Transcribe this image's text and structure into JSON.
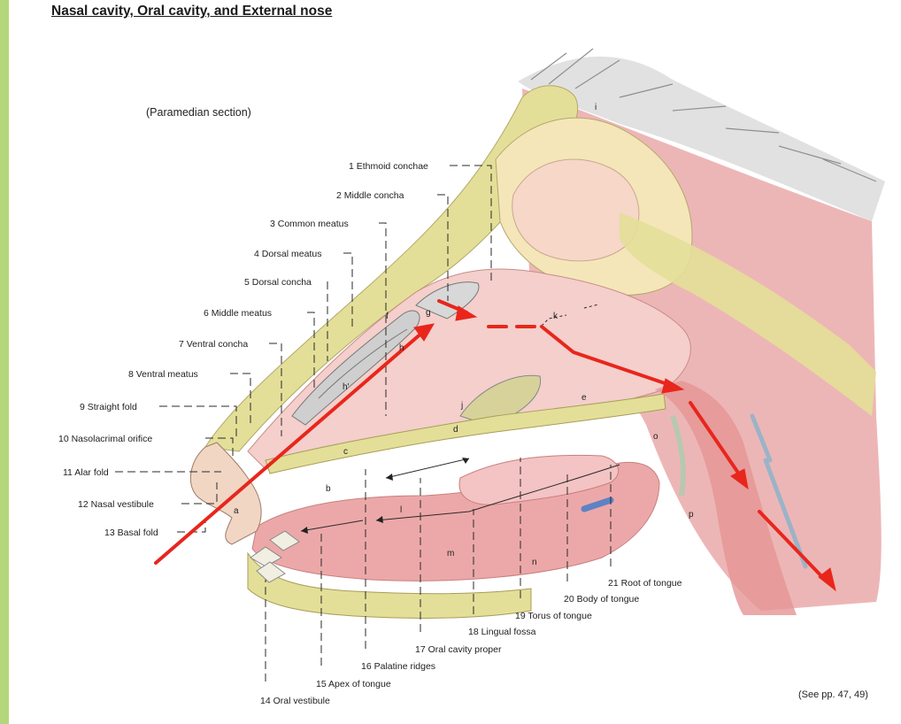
{
  "title": "Nasal cavity, Oral cavity, and External nose",
  "subtitle": "(Paramedian section)",
  "footnote": "(See pp. 47, 49)",
  "colors": {
    "sidebar": "#b5d77b",
    "bone": "#e3df98",
    "muscle": "#e9aaa8",
    "mucosa": "#f4cfcb",
    "arrow": "#e8261c",
    "fur": "#9a9a9a"
  },
  "labels": [
    {
      "id": "1",
      "text": "1 Ethmoid conchae"
    },
    {
      "id": "2",
      "text": "2 Middle concha"
    },
    {
      "id": "3",
      "text": "3 Common meatus"
    },
    {
      "id": "4",
      "text": "4 Dorsal meatus"
    },
    {
      "id": "5",
      "text": "5 Dorsal concha"
    },
    {
      "id": "6",
      "text": "6 Middle meatus"
    },
    {
      "id": "7",
      "text": "7 Ventral concha"
    },
    {
      "id": "8",
      "text": "8 Ventral meatus"
    },
    {
      "id": "9",
      "text": "9 Straight fold"
    },
    {
      "id": "10",
      "text": "10 Nasolacrimal orifice"
    },
    {
      "id": "11",
      "text": "11 Alar fold"
    },
    {
      "id": "12",
      "text": "12 Nasal vestibule"
    },
    {
      "id": "13",
      "text": "13 Basal fold"
    },
    {
      "id": "14",
      "text": "14 Oral vestibule"
    },
    {
      "id": "15",
      "text": "15 Apex of tongue"
    },
    {
      "id": "16",
      "text": "16 Palatine ridges"
    },
    {
      "id": "17",
      "text": "17 Oral cavity proper"
    },
    {
      "id": "18",
      "text": "18 Lingual fossa"
    },
    {
      "id": "19",
      "text": "19 Torus of tongue"
    },
    {
      "id": "20",
      "text": "20 Body of tongue"
    },
    {
      "id": "21",
      "text": "21 Root of tongue"
    }
  ],
  "letters": [
    "a",
    "b",
    "c",
    "d",
    "e",
    "f",
    "g",
    "h",
    "h'",
    "i",
    "j",
    "k",
    "l",
    "m",
    "n",
    "o",
    "p"
  ]
}
